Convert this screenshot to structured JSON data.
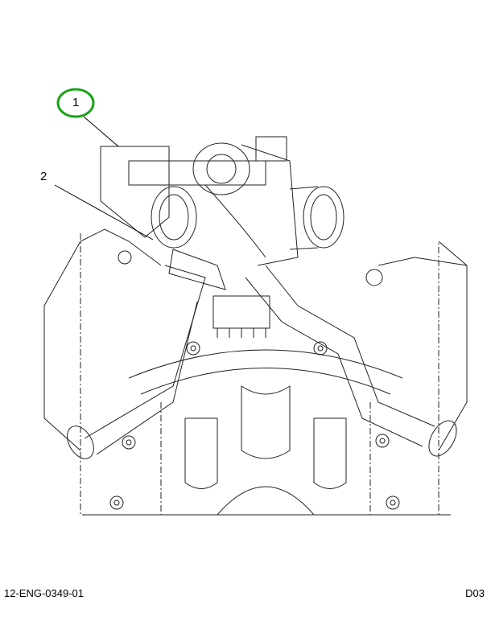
{
  "diagram": {
    "callouts": [
      {
        "label": "1",
        "highlighted": true,
        "highlight_color": "#1aa31a"
      },
      {
        "label": "2",
        "highlighted": false
      }
    ]
  },
  "footer": {
    "drawing_id": "12-ENG-0349-01",
    "sheet_code": "D03"
  }
}
